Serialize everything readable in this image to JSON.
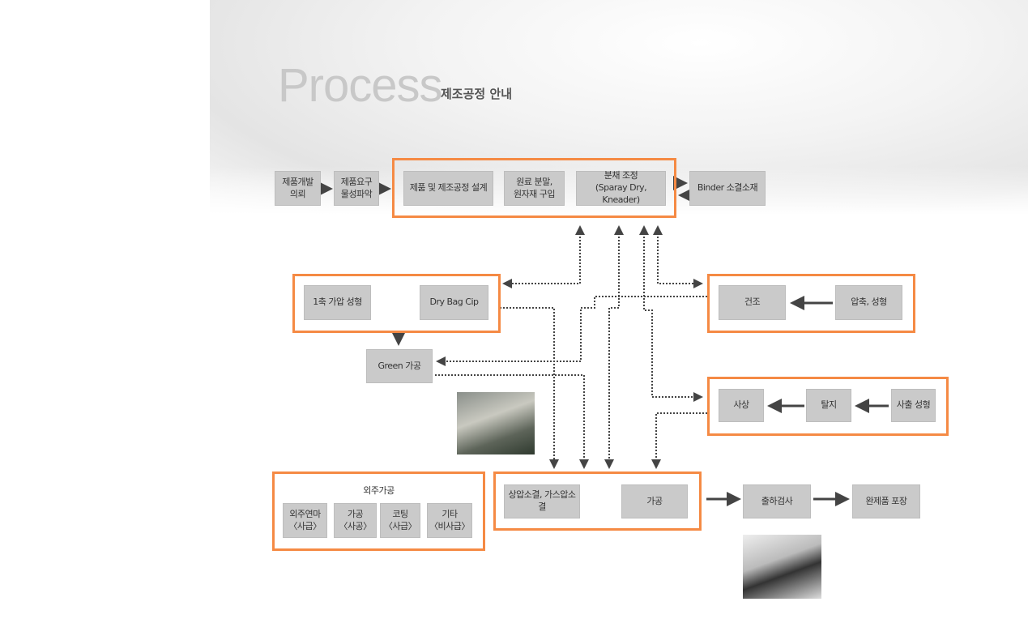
{
  "header": {
    "title": "Process",
    "subtitle": "제조공정 안내"
  },
  "row1": [
    "제품개발\n의뢰",
    "제품요구\n물성파악",
    "제품 및 제조공정 설계",
    "원료 분말,\n원자재 구입",
    "분채 조정\n(Sparay Dry, Kneader)",
    "Binder 소결소재"
  ],
  "forming": [
    "1축 가압 성형",
    "Dry Bag Cip"
  ],
  "green": "Green 가공",
  "drying": [
    "건조",
    "압축, 성형"
  ],
  "injection": [
    "사상",
    "탈지",
    "사출 성형"
  ],
  "outsource": {
    "title": "외주가공",
    "items": [
      "외주연마\n〈사급〉",
      "가공\n〈사공〉",
      "코팅\n〈사급〉",
      "기타\n〈비사급〉"
    ]
  },
  "sintering": [
    "상압소결, 가스압소결",
    "가공"
  ],
  "final": [
    "출하검사",
    "완제품 포장"
  ],
  "colors": {
    "frame": "#f58a44",
    "box": "#cacaca"
  }
}
